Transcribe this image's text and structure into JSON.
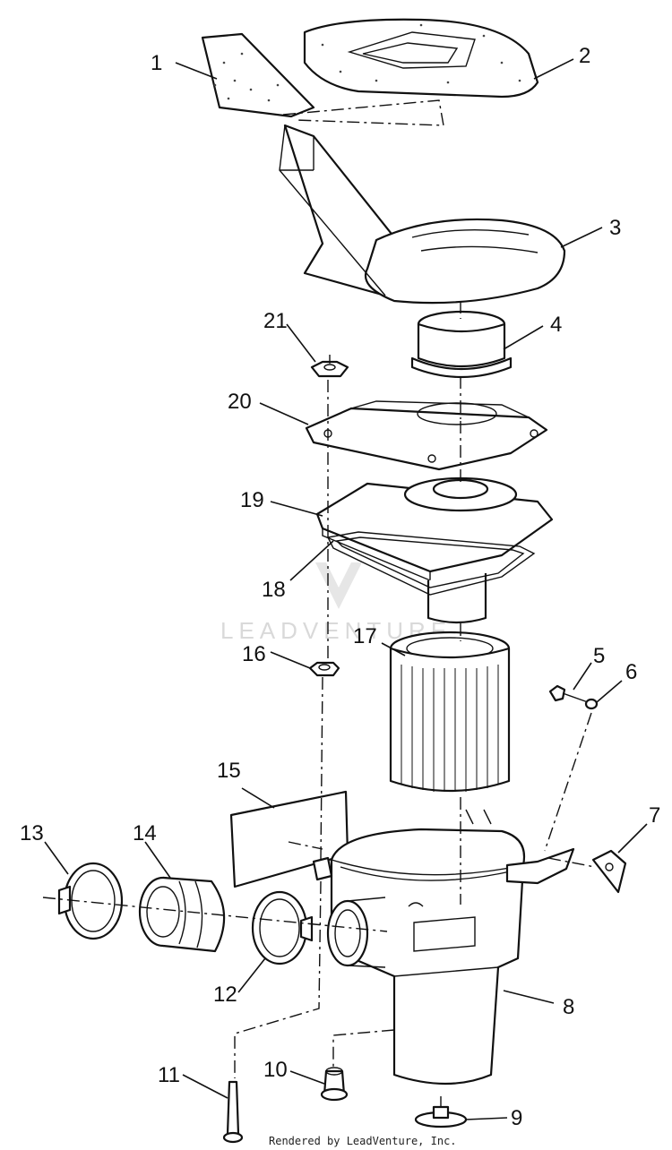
{
  "diagram": {
    "callouts": [
      "1",
      "2",
      "3",
      "4",
      "5",
      "6",
      "7",
      "8",
      "9",
      "10",
      "11",
      "12",
      "13",
      "14",
      "15",
      "16",
      "17",
      "18",
      "19",
      "20",
      "21"
    ]
  },
  "watermark": "LEADVENTURE",
  "footer": "Rendered by LeadVenture, Inc."
}
